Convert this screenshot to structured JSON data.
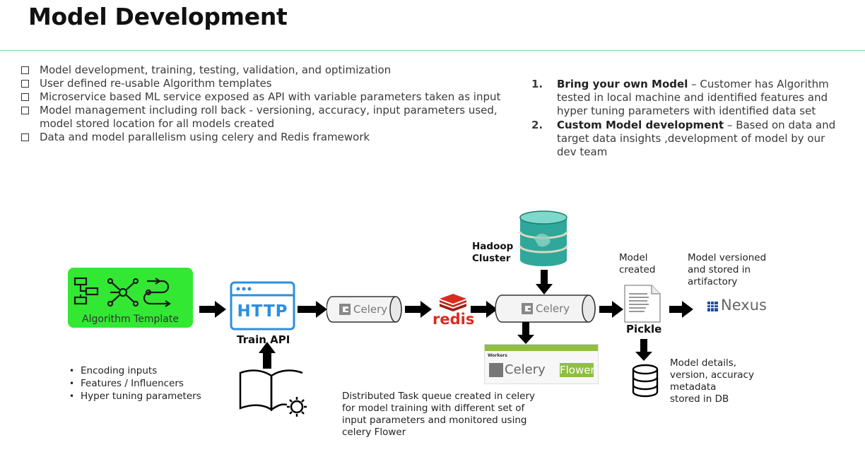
{
  "header": {
    "title": "Model Development"
  },
  "features": [
    "Model development, training, testing, validation, and optimization",
    "User defined  re-usable Algorithm templates",
    "Microservice based ML service exposed as API with variable parameters taken as input",
    "Model management including roll back - versioning, accuracy, input parameters used, model stored location for all models created",
    "Data and model parallelism using celery and Redis framework"
  ],
  "approaches": [
    {
      "num": "1.",
      "title": "Bring your own Model",
      "text": " – Customer has Algorithm tested in local machine  and identified features and  hyper tuning parameters  with identified data set"
    },
    {
      "num": "2.",
      "title": "Custom Model development",
      "text": " – Based on data and target data insights ,development of model by our dev team"
    }
  ],
  "diagram": {
    "algorithm_label": "Algorithm Template",
    "http_text": "HTTP",
    "train_api": "Train API",
    "celery1": "Celery",
    "redis": "redis",
    "celery2": "Celery",
    "hadoop": [
      "Hadoop",
      "Cluster"
    ],
    "model_created": [
      "Model",
      "created"
    ],
    "pickle": "Pickle",
    "versioned": [
      "Model versioned",
      "and stored in",
      "artifactory"
    ],
    "nexus": "Nexus",
    "db_details": [
      "Model details,",
      "version, accuracy",
      "metadata",
      "stored in DB"
    ],
    "flower_celery": "Celery",
    "flower_word": "Flower",
    "flower_tab": "Workers",
    "inputs": [
      "Encoding inputs",
      "Features / Influencers",
      "Hyper tuning parameters"
    ],
    "task_queue": [
      "Distributed Task queue created in celery",
      "for model training with different set of",
      "input parameters and monitored using",
      "celery Flower"
    ]
  },
  "colors": {
    "algo_green": "#33e833",
    "http_blue": "#2b8fe0",
    "redis_red": "#d82c20",
    "hadoop_teal": "#2fa89b",
    "rule_green": "#8fd88f"
  }
}
